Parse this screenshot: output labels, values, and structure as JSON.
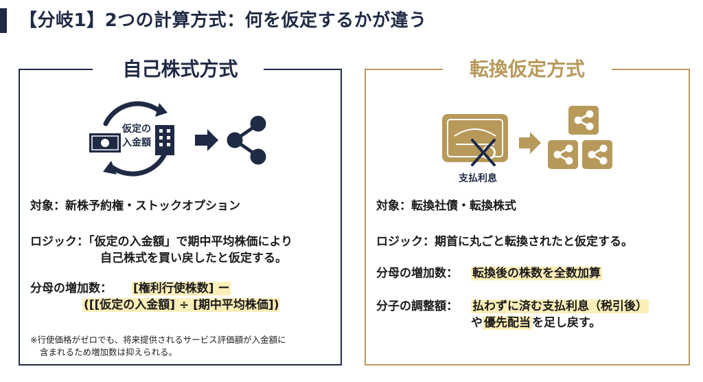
{
  "header": {
    "title": "【分岐1】2つの計算方式：何を仮定するかが違う"
  },
  "left": {
    "title": "自己株式方式",
    "icon_label_1": "仮定の",
    "icon_label_2": "入金額",
    "target": "対象：新株予約権・ストックオプション",
    "logic_1": "ロジック：「仮定の入金額」で期中平均株価により",
    "logic_2": "自己株式を買い戻したと仮定する。",
    "denom_label": "分母の増加数：",
    "denom_1": "[権利行使株数] ー",
    "denom_2": "([[仮定の入金額] ÷ [期中平均株価])",
    "note_1": "※行使価格がゼロでも、将来提供されるサービス評価額が入金額に",
    "note_2": "含まれるため増加数は抑えられる。"
  },
  "right": {
    "title": "転換仮定方式",
    "icon_label": "支払利息",
    "target": "対象：転換社債・転換株式",
    "logic": "ロジック：期首に丸ごと転換されたと仮定する。",
    "denom_label": "分母の増加数：",
    "denom_value": "転換後の株数を全数加算",
    "numer_label": "分子の調整額：",
    "numer_1": "払わずに済む支払利息（税引後）",
    "numer_2_pre": "や",
    "numer_2_hl": "優先配当",
    "numer_2_post": "を足し戻す。"
  },
  "colors": {
    "navy": "#1f2a44",
    "gold": "#b7995a",
    "highlight": "#fbeeb8"
  }
}
